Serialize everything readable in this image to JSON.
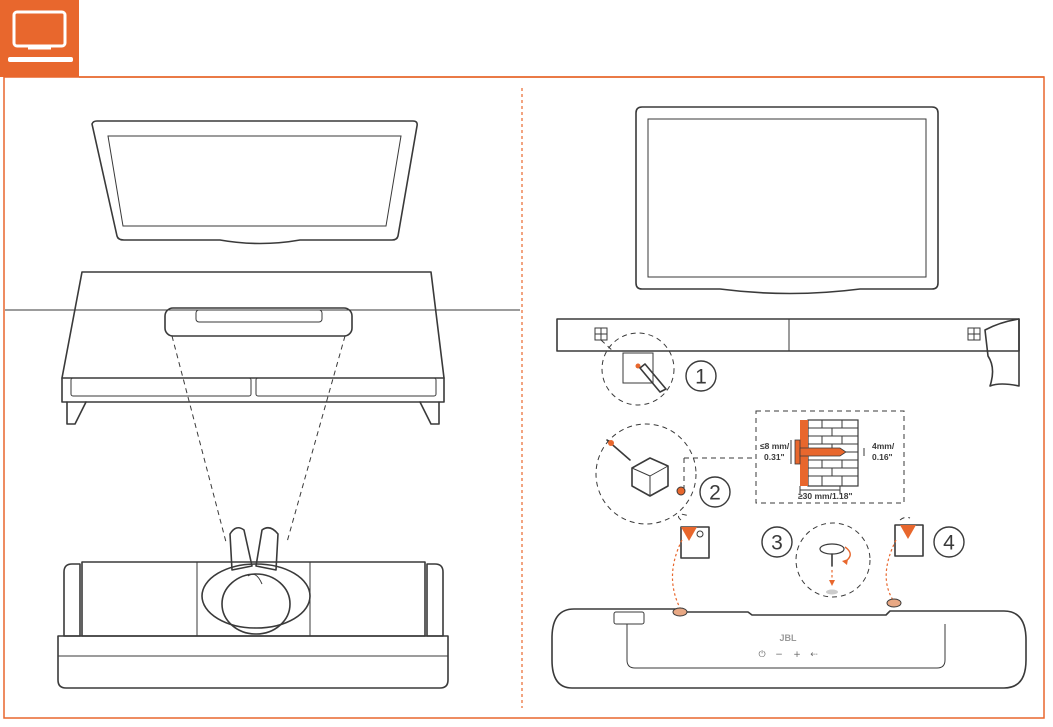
{
  "header": {
    "icon": "tv-monitor-icon",
    "accent_color": "#e8672d"
  },
  "steps": [
    "1",
    "2",
    "3",
    "4"
  ],
  "dimensions": {
    "screw_head_line1": "≤8 mm/",
    "screw_head_line2": "0.31\"",
    "screw_shaft_line1": "4mm/",
    "screw_shaft_line2": "0.16\"",
    "screw_length": "≥30 mm/1.18\""
  },
  "soundbar": {
    "brand": "JBL",
    "controls": [
      "⏻",
      "−",
      "+",
      "⇠"
    ]
  }
}
